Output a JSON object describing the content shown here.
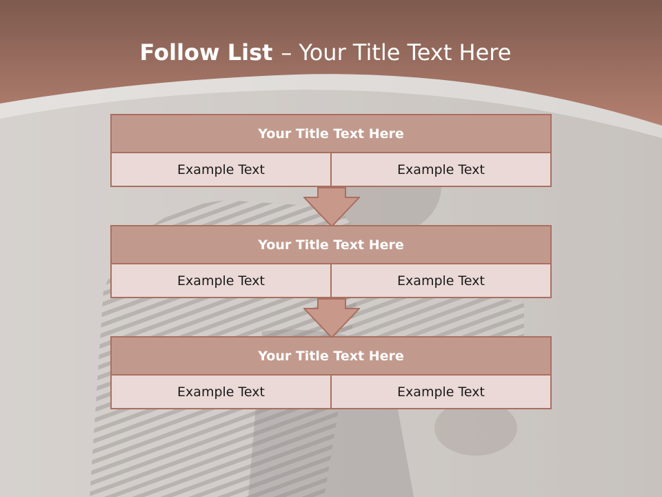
{
  "slide": {
    "title_bold": "Follow List",
    "title_dash": "–",
    "title_rest": "Your Title Text Here"
  },
  "steps": [
    {
      "title": "Your Title Text Here",
      "cells": [
        "Example Text",
        "Example Text"
      ]
    },
    {
      "title": "Your Title Text Here",
      "cells": [
        "Example Text",
        "Example Text"
      ]
    },
    {
      "title": "Your Title Text Here",
      "cells": [
        "Example Text",
        "Example Text"
      ]
    }
  ],
  "colors": {
    "header_band": "#a87566",
    "step_header_fill": "#c29a8d",
    "step_cell_fill": "#ead9d6",
    "border": "#a96f60",
    "arrow_fill": "#c8998b"
  },
  "icons": [
    "down-arrow-icon",
    "down-arrow-icon"
  ]
}
